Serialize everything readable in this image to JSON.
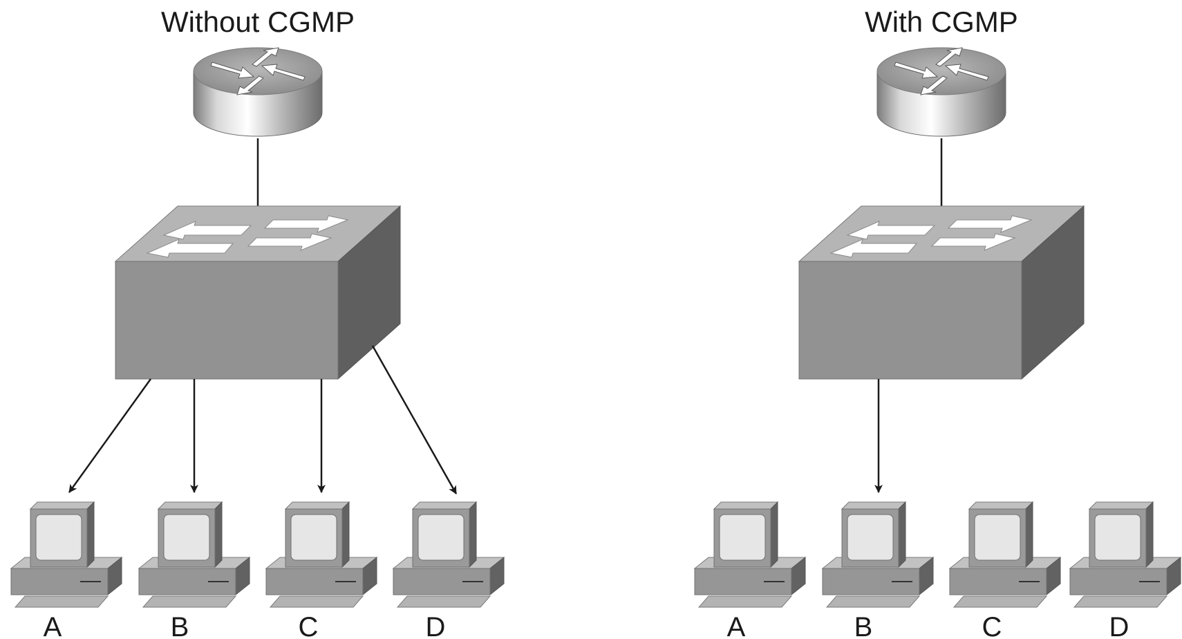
{
  "panels": [
    {
      "id": "without",
      "title": "Without CGMP",
      "router_icon": "router-icon",
      "switch_icon": "switch-icon",
      "pc_icon": "pc-icon",
      "hosts": [
        "A",
        "B",
        "C",
        "D"
      ],
      "receiving_hosts": [
        "A",
        "B",
        "C",
        "D"
      ]
    },
    {
      "id": "with",
      "title": "With CGMP",
      "router_icon": "router-icon",
      "switch_icon": "switch-icon",
      "pc_icon": "pc-icon",
      "hosts": [
        "A",
        "B",
        "C",
        "D"
      ],
      "receiving_hosts": [
        "B"
      ]
    }
  ],
  "colors": {
    "arrow": "#1a1a1a",
    "device_front": "#8f8f8f",
    "device_top": "#b9b9b9",
    "device_side": "#6a6a6a",
    "screen": "#e6e6e6",
    "switch_arrow": "#ffffff"
  }
}
